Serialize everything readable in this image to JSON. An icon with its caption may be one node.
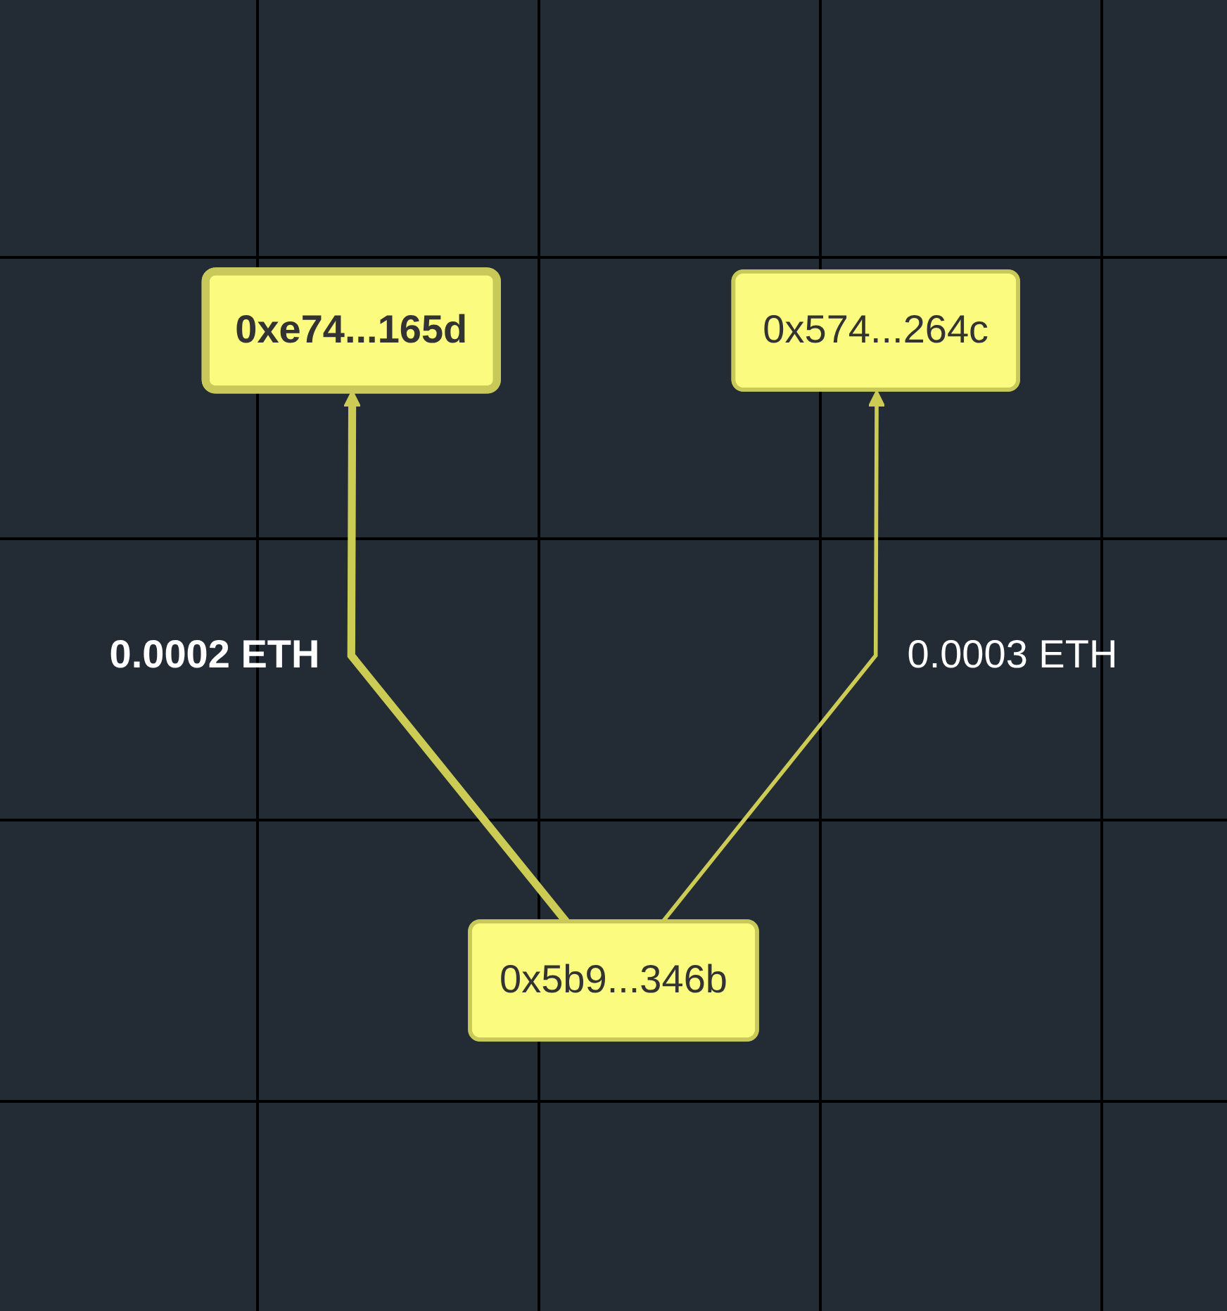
{
  "diagram": {
    "nodes": [
      {
        "text": [
          "0xe74...165d"
        ]
      },
      {
        "text": [
          "0x5b9...346b"
        ]
      },
      {
        "text": [
          "0x574...264c"
        ]
      }
    ],
    "edges": [
      {
        "from": 1,
        "to": 0,
        "arrow": "to",
        "label": "0.0002 ETH",
        "style": "thick"
      },
      {
        "from": 1,
        "to": 2,
        "arrow": "to",
        "label": "0.0003 ETH"
      }
    ]
  }
}
